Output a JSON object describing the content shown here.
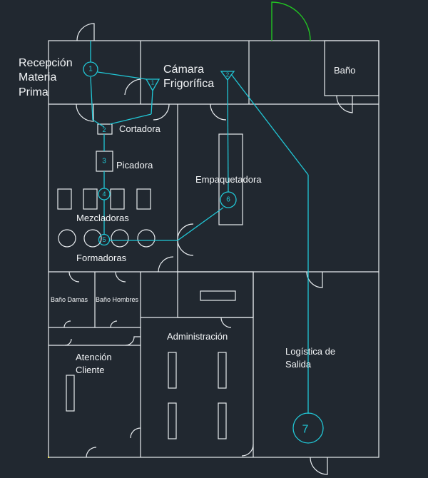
{
  "rooms": {
    "recepcion": [
      "Recepción",
      "Materia",
      "Prima"
    ],
    "camara": [
      "Cámara",
      "Frigorífica"
    ],
    "bano": "Baño",
    "cortadora": "Cortadora",
    "picadora": "Picadora",
    "empaquetadora": "Empaquetadora",
    "mezcladoras": "Mezcladoras",
    "formadoras": "Formadoras",
    "bano_damas": "Baño Damas",
    "bano_hombres": "Baño Hombres",
    "administracion": "Administración",
    "atencion": [
      "Atención",
      "Cliente"
    ],
    "logistica": [
      "Logística de",
      "Salida"
    ]
  },
  "nodes": {
    "n1": "1",
    "n1b": "1",
    "n2": "2",
    "n2b": "2",
    "n3": "3",
    "n4": "4",
    "n5": "5",
    "n6": "6",
    "n7": "7"
  },
  "colors": {
    "background": "#212830",
    "walls": "#e8ecef",
    "flow": "#21c7d6",
    "entrance_door": "#22c422"
  }
}
